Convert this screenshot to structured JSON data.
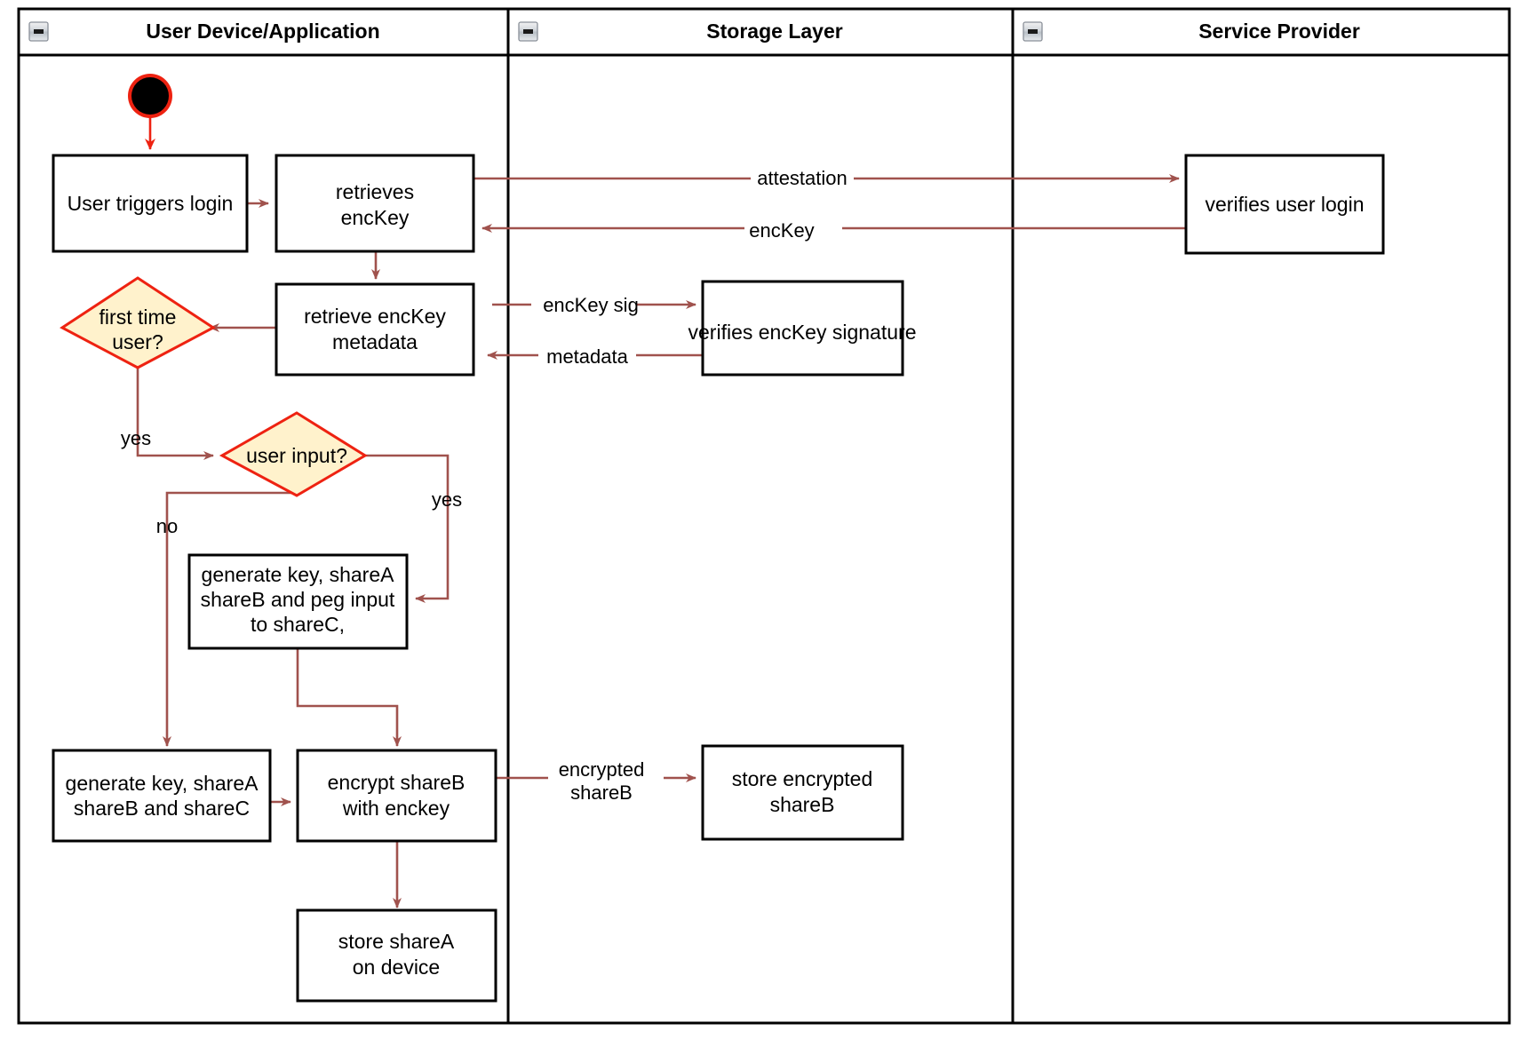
{
  "diagram": {
    "type": "activity-swimlane",
    "title": "Login and key share flow",
    "colors": {
      "edge": "#a0524d",
      "start_edge": "#ee2211",
      "decision_fill": "#fff2cc",
      "decision_stroke": "#ee2211",
      "node_fill": "#ffffff",
      "node_stroke": "#000000",
      "lane_stroke": "#000000",
      "text": "#000000"
    }
  },
  "lanes": [
    {
      "id": "lane-user-device",
      "label": "User Device/Application",
      "collapse_icon": "collapse-minus-icon"
    },
    {
      "id": "lane-storage",
      "label": "Storage Layer",
      "collapse_icon": "collapse-minus-icon"
    },
    {
      "id": "lane-service-provider",
      "label": "Service Provider",
      "collapse_icon": "collapse-minus-icon"
    }
  ],
  "nodes": [
    {
      "id": "start",
      "type": "start-node",
      "label": "",
      "lane": "lane-user-device"
    },
    {
      "id": "user-triggers-login",
      "type": "action",
      "lane": "lane-user-device",
      "lines": [
        "User triggers login"
      ]
    },
    {
      "id": "retrieves-enckey",
      "type": "action",
      "lane": "lane-user-device",
      "lines": [
        "retrieves",
        "encKey"
      ]
    },
    {
      "id": "retrieve-enckey-metadata",
      "type": "action",
      "lane": "lane-user-device",
      "lines": [
        "retrieve encKey",
        "metadata"
      ]
    },
    {
      "id": "first-time-user",
      "type": "decision",
      "lane": "lane-user-device",
      "lines": [
        "first time",
        "user?"
      ]
    },
    {
      "id": "user-input",
      "type": "decision",
      "lane": "lane-user-device",
      "lines": [
        "user input?"
      ]
    },
    {
      "id": "generate-peg",
      "type": "action",
      "lane": "lane-user-device",
      "lines": [
        "generate key, shareA",
        "shareB and peg input",
        "to shareC,"
      ]
    },
    {
      "id": "generate-abc",
      "type": "action",
      "lane": "lane-user-device",
      "lines": [
        "generate key, shareA",
        "shareB and shareC"
      ]
    },
    {
      "id": "encrypt-shareb",
      "type": "action",
      "lane": "lane-user-device",
      "lines": [
        "encrypt shareB",
        "with enckey"
      ]
    },
    {
      "id": "store-sharea",
      "type": "action",
      "lane": "lane-user-device",
      "lines": [
        "store shareA",
        "on device"
      ]
    },
    {
      "id": "verifies-enckey-signature",
      "type": "action",
      "lane": "lane-storage",
      "lines": [
        "verifies encKey signature"
      ]
    },
    {
      "id": "store-encrypted-shareb",
      "type": "action",
      "lane": "lane-storage",
      "lines": [
        "store encrypted",
        "shareB"
      ]
    },
    {
      "id": "verifies-user-login",
      "type": "action",
      "lane": "lane-service-provider",
      "lines": [
        "verifies user login"
      ]
    }
  ],
  "edges": [
    {
      "id": "e-start",
      "from": "start",
      "to": "user-triggers-login",
      "label": ""
    },
    {
      "id": "e-login-retrieve",
      "from": "user-triggers-login",
      "to": "retrieves-enckey",
      "label": ""
    },
    {
      "id": "e-attestation",
      "from": "retrieves-enckey",
      "to": "verifies-user-login",
      "label": "attestation"
    },
    {
      "id": "e-enckey",
      "from": "verifies-user-login",
      "to": "retrieves-enckey",
      "label": "encKey"
    },
    {
      "id": "e-retrieve-meta",
      "from": "retrieves-enckey",
      "to": "retrieve-enckey-metadata",
      "label": ""
    },
    {
      "id": "e-enckey-sig",
      "from": "retrieve-enckey-metadata",
      "to": "verifies-enckey-signature",
      "label": "encKey sig"
    },
    {
      "id": "e-metadata",
      "from": "verifies-enckey-signature",
      "to": "retrieve-enckey-metadata",
      "label": "metadata"
    },
    {
      "id": "e-meta-first",
      "from": "retrieve-enckey-metadata",
      "to": "first-time-user",
      "label": ""
    },
    {
      "id": "e-first-yes",
      "from": "first-time-user",
      "to": "user-input",
      "label": "yes"
    },
    {
      "id": "e-input-no",
      "from": "user-input",
      "to": "generate-abc",
      "label": "no"
    },
    {
      "id": "e-input-yes",
      "from": "user-input",
      "to": "generate-peg",
      "label": "yes"
    },
    {
      "id": "e-peg-encrypt",
      "from": "generate-peg",
      "to": "encrypt-shareb",
      "label": ""
    },
    {
      "id": "e-abc-encrypt",
      "from": "generate-abc",
      "to": "encrypt-shareb",
      "label": ""
    },
    {
      "id": "e-encrypted-shareb",
      "from": "encrypt-shareb",
      "to": "store-encrypted-shareb",
      "label": "encrypted shareB",
      "label_lines": [
        "encrypted",
        "shareB"
      ]
    },
    {
      "id": "e-encrypt-store",
      "from": "encrypt-shareb",
      "to": "store-sharea",
      "label": ""
    }
  ],
  "labels": {
    "attestation": "attestation",
    "enckey": "encKey",
    "enckey_sig": "encKey sig",
    "metadata": "metadata",
    "yes_first": "yes",
    "yes_input": "yes",
    "no_input": "no",
    "encrypted_line1": "encrypted",
    "encrypted_line2": "shareB"
  },
  "text": {
    "lane1": "User Device/Application",
    "lane2": "Storage Layer",
    "lane3": "Service Provider",
    "user_triggers_login": "User triggers login",
    "retrieves_l1": "retrieves",
    "retrieves_l2": "encKey",
    "retrieve_meta_l1": "retrieve encKey",
    "retrieve_meta_l2": "metadata",
    "first_time_l1": "first time",
    "first_time_l2": "user?",
    "user_input": "user input?",
    "gen_peg_l1": "generate key, shareA",
    "gen_peg_l2": "shareB and peg input",
    "gen_peg_l3": "to shareC,",
    "gen_abc_l1": "generate key, shareA",
    "gen_abc_l2": "shareB and shareC",
    "encrypt_l1": "encrypt shareB",
    "encrypt_l2": "with enckey",
    "store_sharea_l1": "store shareA",
    "store_sharea_l2": "on device",
    "verifies_sig": "verifies encKey signature",
    "store_enc_l1": "store encrypted",
    "store_enc_l2": "shareB",
    "verifies_login": "verifies user login"
  }
}
